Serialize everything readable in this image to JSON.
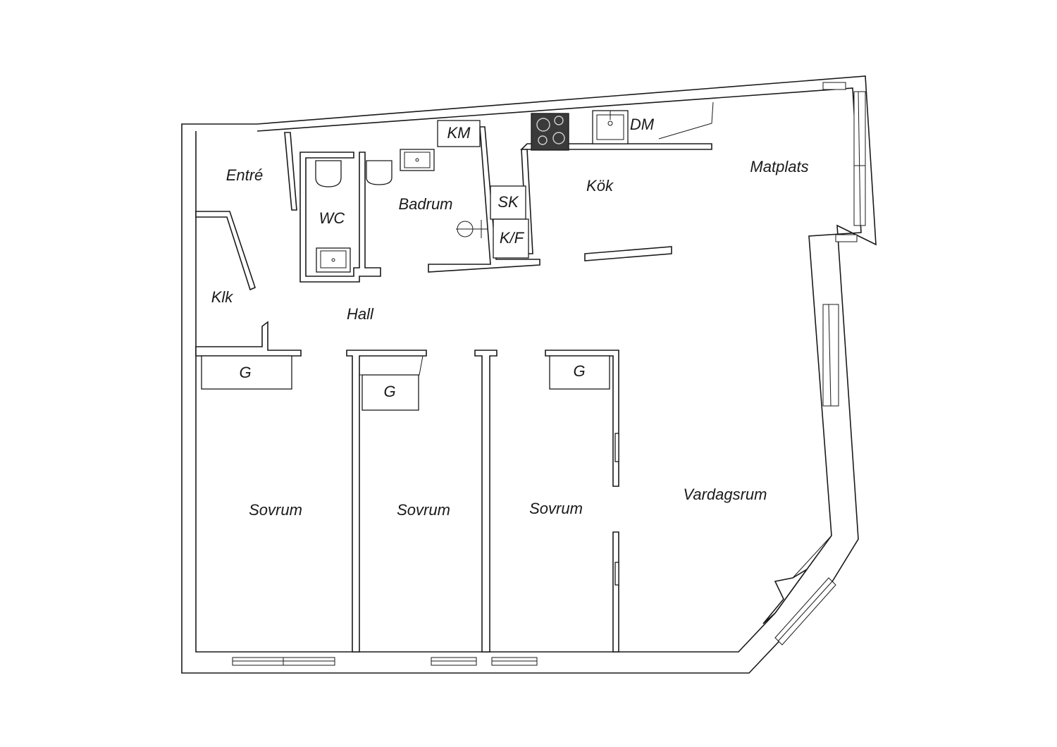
{
  "rooms": {
    "entre": "Entré",
    "wc": "WC",
    "badrum": "Badrum",
    "kok": "Kök",
    "matplats": "Matplats",
    "klk": "Klk",
    "hall": "Hall",
    "sovrum_1": "Sovrum",
    "sovrum_2": "Sovrum",
    "sovrum_3": "Sovrum",
    "vardagsrum": "Vardagsrum"
  },
  "fixtures": {
    "km": "KM",
    "dm": "DM",
    "sk": "SK",
    "kf": "K/F",
    "g_1": "G",
    "g_2": "G",
    "g_3": "G"
  },
  "colors": {
    "line": "#1a1a1a",
    "stove": "#3a3a3a",
    "background": "#ffffff"
  }
}
